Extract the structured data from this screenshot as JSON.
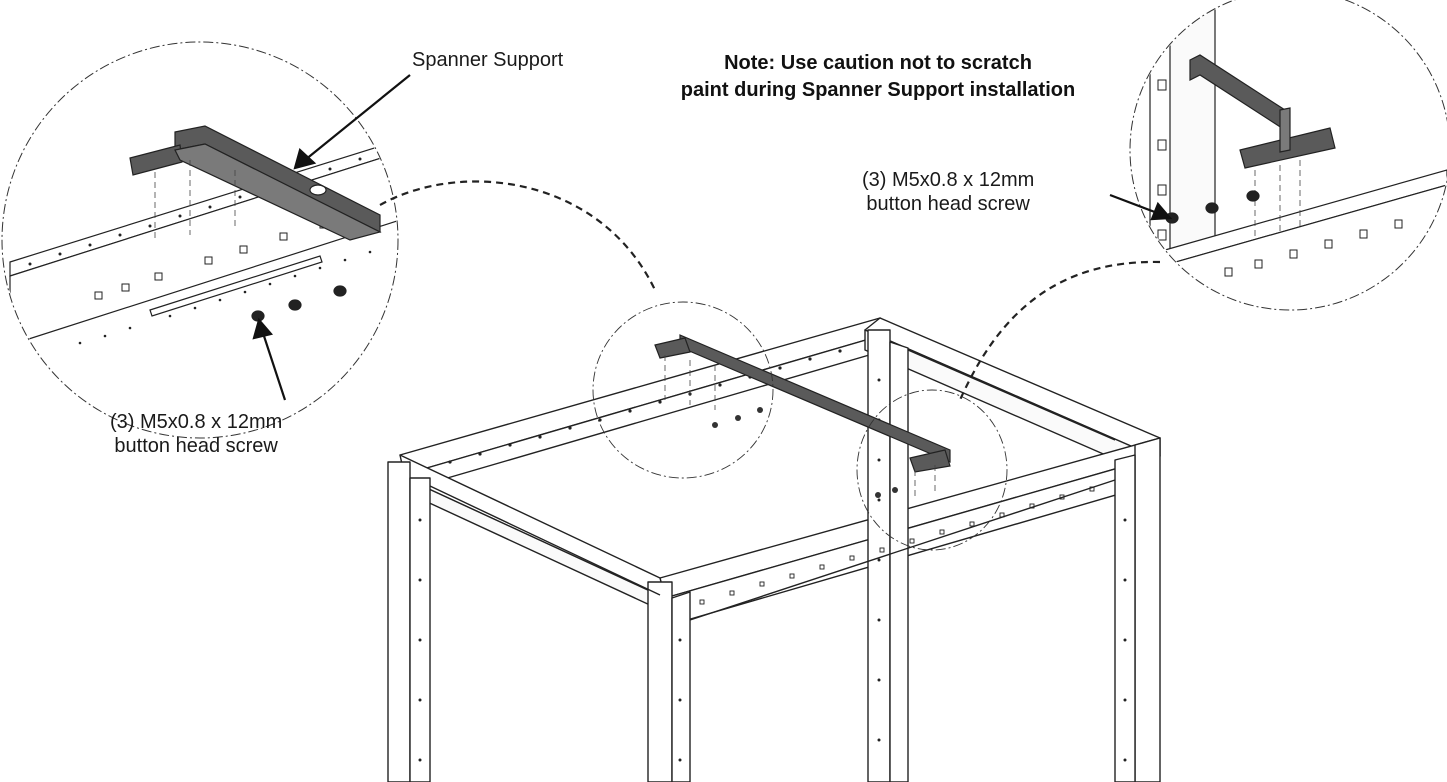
{
  "labels": {
    "spanner_support": "Spanner Support",
    "note_line1": "Note: Use caution not to scratch",
    "note_line2": "paint during Spanner Support installation",
    "screw_left_line1": "(3) M5x0.8 x 12mm",
    "screw_left_line2": "button head screw",
    "screw_right_line1": "(3) M5x0.8 x 12mm",
    "screw_right_line2": "button head screw"
  },
  "colors": {
    "line": "#222222",
    "part_fill": "#5a5a5a",
    "background": "#ffffff"
  }
}
